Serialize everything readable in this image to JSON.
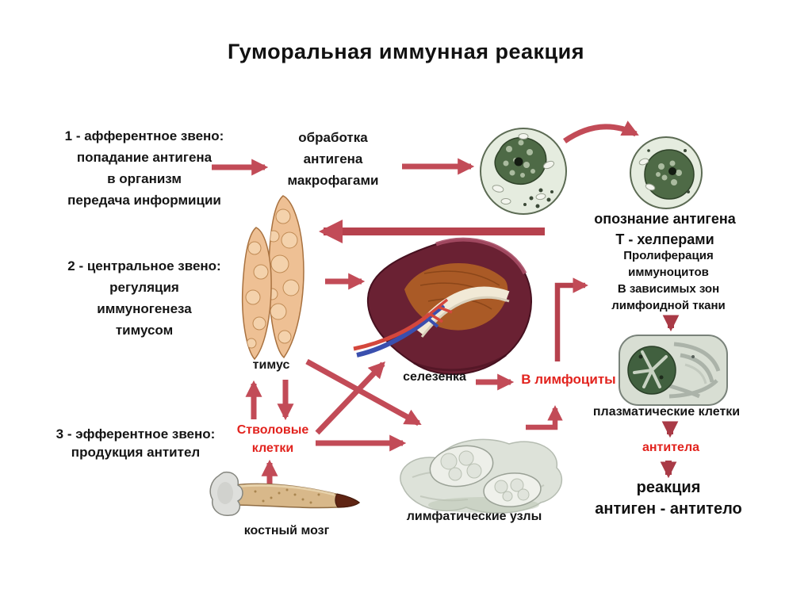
{
  "title": "Гуморальная иммунная реакция",
  "left_column": {
    "stage1": [
      "1 - афферентное звено:",
      "попадание антигена",
      "в организм",
      "передача информиции"
    ],
    "stage2": [
      "2 - центральное звено:",
      "регуляция",
      "иммуногенеза",
      "тимусом"
    ],
    "stage3": [
      "3 - эфферентное звено:",
      "продукция антител"
    ]
  },
  "labels": {
    "processing": [
      "обработка",
      "антигена",
      "макрофагами"
    ],
    "recognition": [
      "опознание антигена",
      "Т - хелперами"
    ],
    "proliferation": [
      "Пролиферация",
      "иммуноцитов",
      "В зависимых зон",
      "лимфоидной ткани"
    ],
    "thymus": "тимус",
    "spleen": "селезенка",
    "stem_cells": [
      "Стволовые",
      "клетки"
    ],
    "b_lymphocytes": "В лимфоциты",
    "bone_marrow": "костный мозг",
    "lymph_nodes": "лимфатические узлы",
    "plasma_cells": "плазматические клетки",
    "antibodies": "антитела",
    "reaction": [
      "реакция",
      "антиген - антитело"
    ]
  },
  "colors": {
    "arrow": "#c24b57",
    "arrow_dark": "#a93a46",
    "red_text": "#e2231e",
    "text": "#111111",
    "background": "#ffffff"
  }
}
